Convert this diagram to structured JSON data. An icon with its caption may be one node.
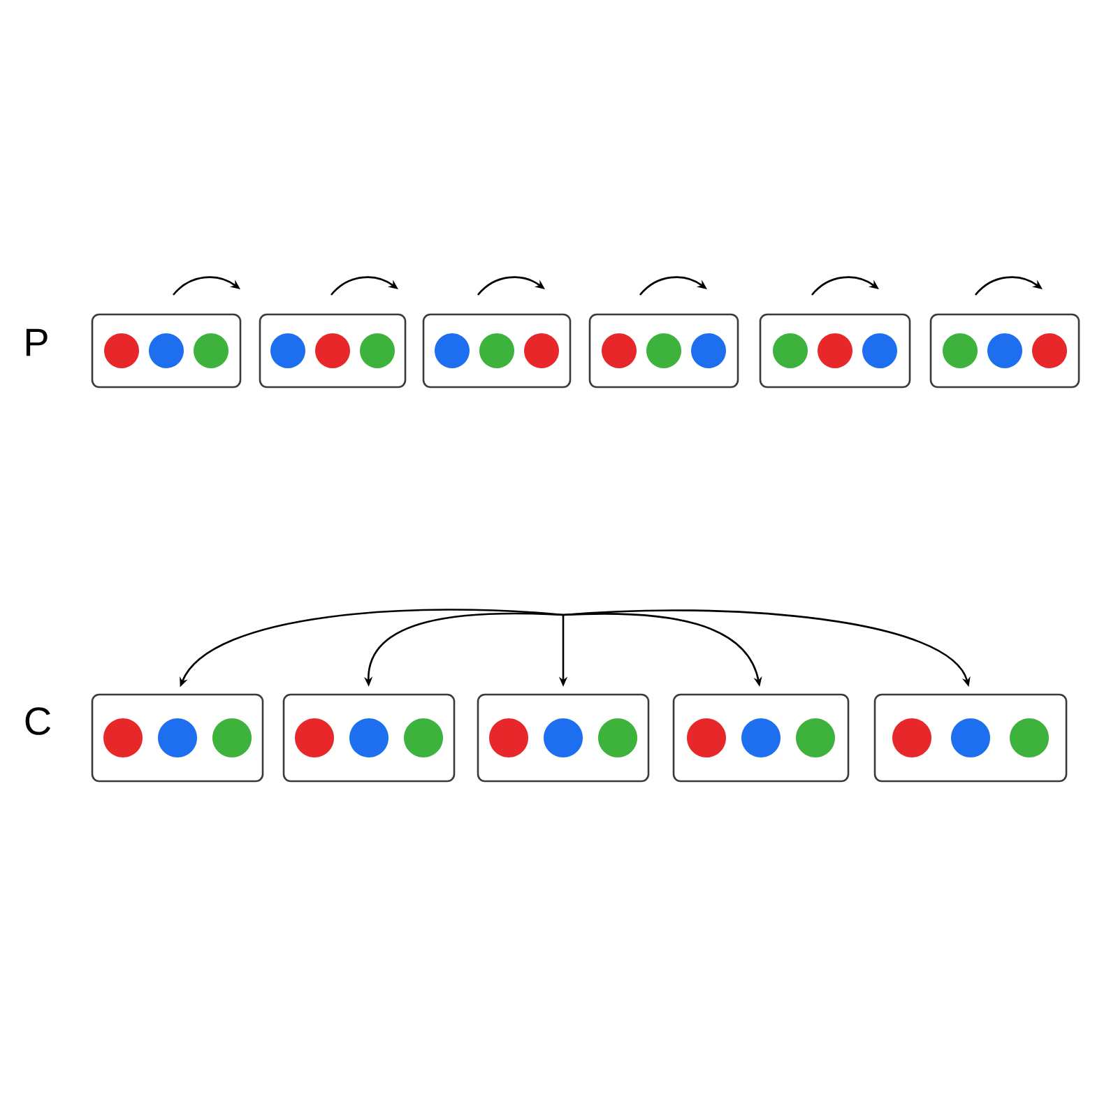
{
  "diagram": {
    "nodes": [
      {
        "text": [],
        "shape": "box"
      },
      {
        "text": [],
        "shape": "box"
      },
      {
        "text": [],
        "shape": "box"
      },
      {
        "text": [],
        "shape": "box"
      },
      {
        "text": [],
        "shape": "box"
      },
      {
        "text": [],
        "shape": "box"
      },
      {
        "text": [],
        "shape": "box"
      },
      {
        "text": [],
        "shape": "box"
      },
      {
        "text": [],
        "shape": "box"
      },
      {
        "text": [],
        "shape": "box"
      },
      {
        "text": [],
        "shape": "box"
      }
    ],
    "edges": [
      {
        "from": null,
        "to": 6,
        "arrow": "to"
      },
      {
        "from": null,
        "to": 7,
        "arrow": "to"
      },
      {
        "from": null,
        "to": 8,
        "arrow": "to"
      },
      {
        "from": null,
        "to": 9,
        "arrow": "to"
      },
      {
        "from": null,
        "to": 10,
        "arrow": "to"
      }
    ],
    "labels": [
      "P",
      "C"
    ]
  }
}
